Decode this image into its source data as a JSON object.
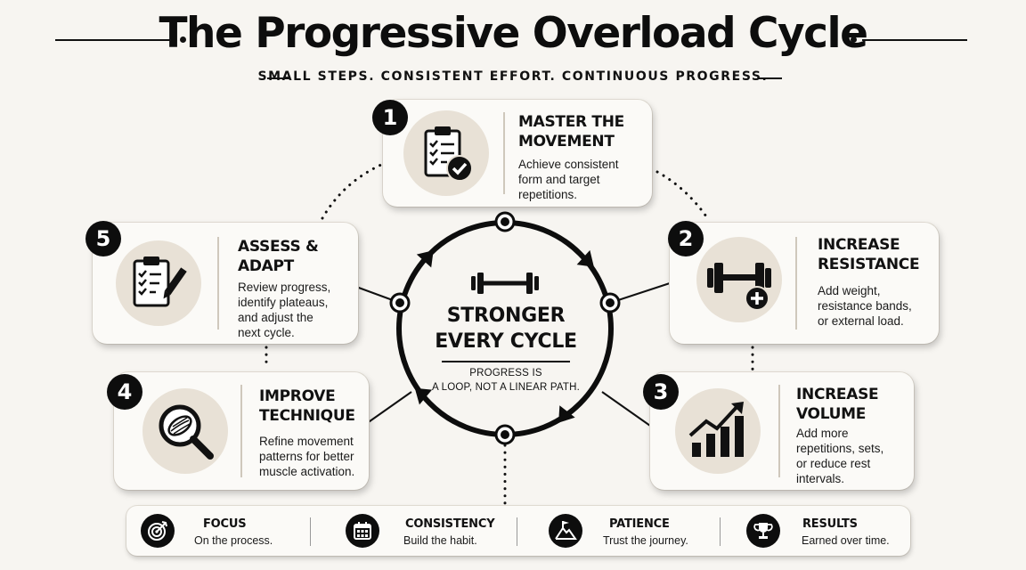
{
  "header": {
    "title": "The Progressive Overload Cycle",
    "subtitle": "SMALL STEPS. CONSISTENT EFFORT. CONTINUOUS PROGRESS."
  },
  "center": {
    "icon": "dumbbell-icon",
    "title": "STRONGER\nEVERY CYCLE",
    "note": "PROGRESS IS\nA LOOP, NOT A LINEAR PATH."
  },
  "steps": [
    {
      "number": "1",
      "title": "MASTER THE\nMOVEMENT",
      "description": "Achieve consistent\nform and target\nrepetitions.",
      "icon": "clipboard-check-icon"
    },
    {
      "number": "2",
      "title": "INCREASE\nRESISTANCE",
      "description": "Add weight,\nresistance bands,\nor external load.",
      "icon": "dumbbell-plus-icon"
    },
    {
      "number": "3",
      "title": "INCREASE\nVOLUME",
      "description": "Add more\nrepetitions, sets,\nor reduce rest\nintervals.",
      "icon": "bar-chart-arrow-icon"
    },
    {
      "number": "4",
      "title": "IMPROVE\nTECHNIQUE",
      "description": "Refine movement\npatterns for better\nmuscle activation.",
      "icon": "magnifier-muscle-icon"
    },
    {
      "number": "5",
      "title": "ASSESS &\nADAPT",
      "description": "Review progress,\nidentify plateaus,\nand adjust the\nnext cycle.",
      "icon": "clipboard-pencil-icon"
    }
  ],
  "footer": [
    {
      "label": "FOCUS",
      "sub": "On the process.",
      "icon": "target-icon"
    },
    {
      "label": "CONSISTENCY",
      "sub": "Build the habit.",
      "icon": "calendar-icon"
    },
    {
      "label": "PATIENCE",
      "sub": "Trust the journey.",
      "icon": "mountain-flag-icon"
    },
    {
      "label": "RESULTS",
      "sub": "Earned over time.",
      "icon": "trophy-icon"
    }
  ],
  "colors": {
    "ink": "#0d0d0d",
    "card": "#fbfaf7",
    "icon_bg": "#e8e1d6",
    "page": "#f7f5f1"
  }
}
